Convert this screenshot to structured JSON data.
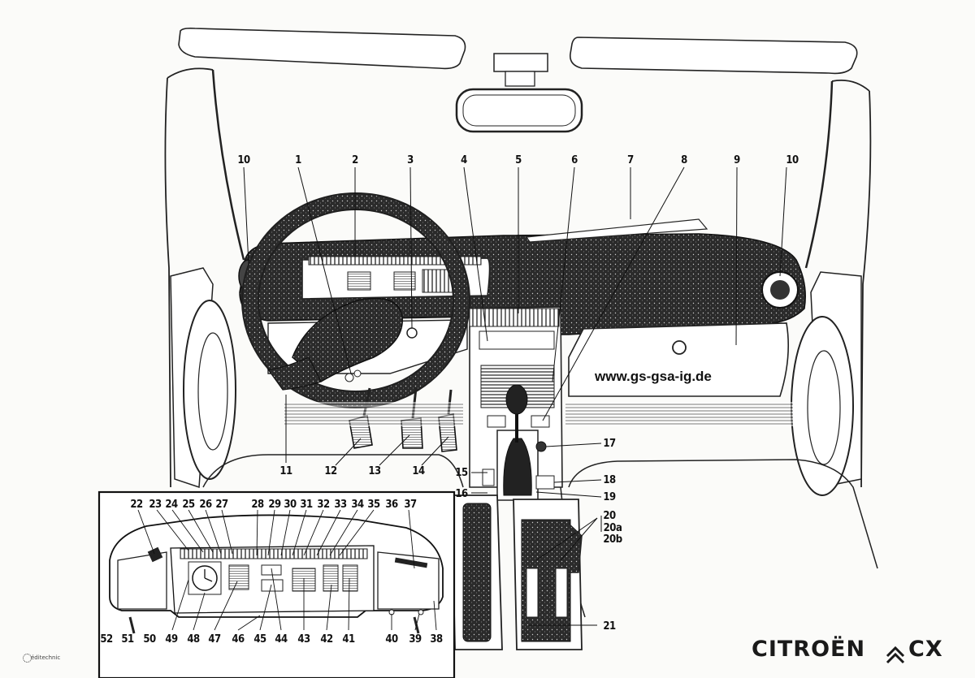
{
  "website": "www.gs-gsa-ig.de",
  "brand": {
    "name": "CITROËN",
    "model": "CX"
  },
  "publisher": "éditechnic",
  "callouts_top": [
    "10",
    "1",
    "2",
    "3",
    "4",
    "5",
    "6",
    "7",
    "8",
    "9",
    "10"
  ],
  "callouts_right": [
    "17",
    "18",
    "19",
    "20",
    "20a",
    "20b",
    "21"
  ],
  "callouts_bottom_row": [
    "11",
    "12",
    "13",
    "14",
    "15",
    "16"
  ],
  "inset_callouts_top": [
    "22",
    "23",
    "24",
    "25",
    "26",
    "27",
    "28",
    "29",
    "30",
    "31",
    "32",
    "33",
    "34",
    "35",
    "36",
    "37"
  ],
  "inset_callouts_bottom": [
    "52",
    "51",
    "50",
    "49",
    "48",
    "47",
    "46",
    "45",
    "44",
    "43",
    "42",
    "41",
    "40",
    "39",
    "38"
  ]
}
